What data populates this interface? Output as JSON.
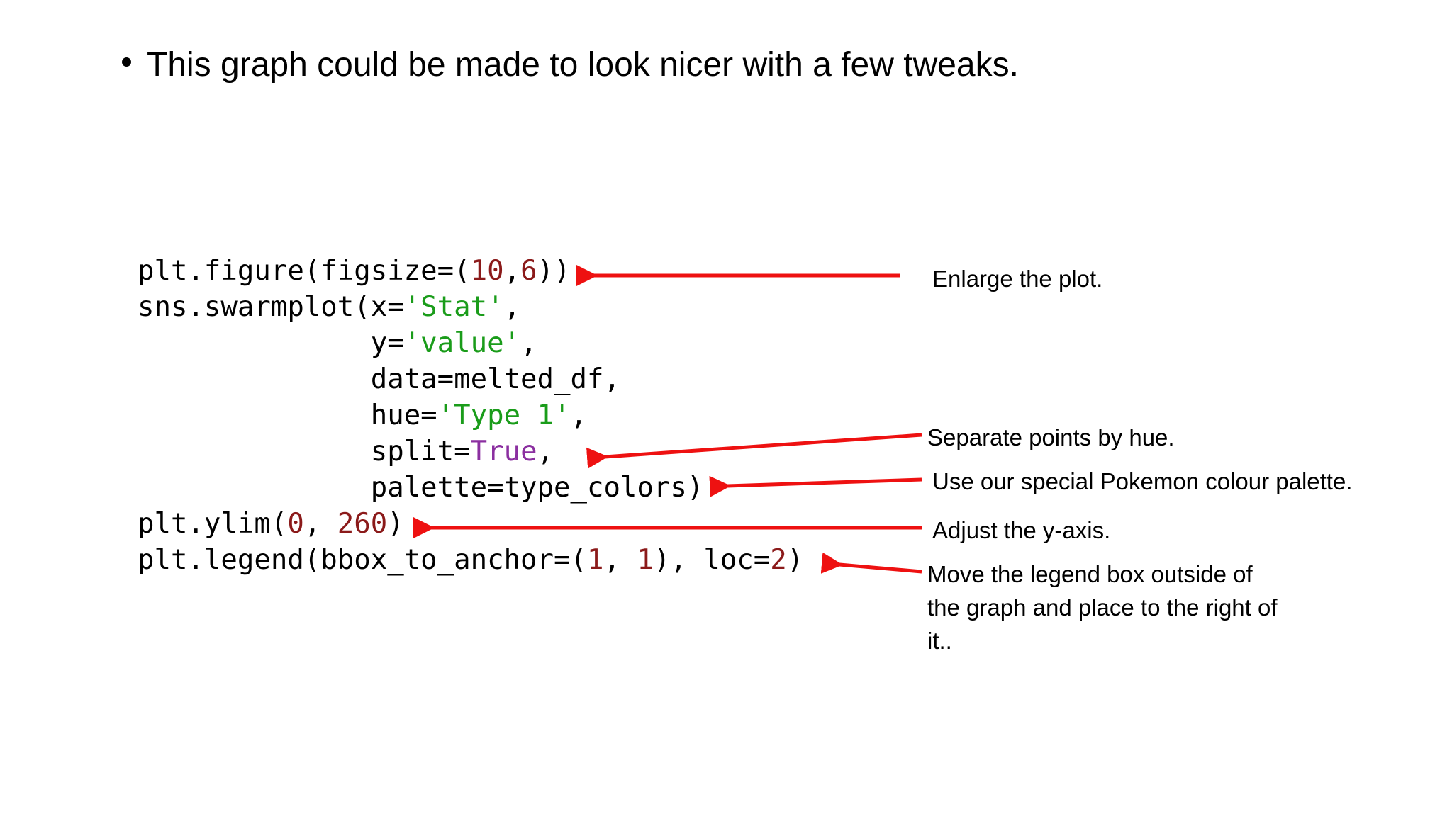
{
  "slide": {
    "bullet_text": "This graph could be made to look nicer with a few tweaks."
  },
  "code": {
    "line1": {
      "a": "plt.figure(figsize=(",
      "n1": "10",
      "b": ",",
      "n2": "6",
      "c": "))"
    },
    "line2": {
      "a": "sns.swarmplot(x=",
      "s": "'Stat'",
      "b": ","
    },
    "line3": {
      "indent": "              ",
      "a": "y=",
      "s": "'value'",
      "b": ","
    },
    "line4": {
      "indent": "              ",
      "a": "data=melted_df,"
    },
    "line5": {
      "indent": "              ",
      "a": "hue=",
      "s": "'Type 1'",
      "b": ","
    },
    "line6": {
      "indent": "              ",
      "a": "split=",
      "k": "True",
      "b": ","
    },
    "line7": {
      "indent": "              ",
      "a": "palette=type_colors)"
    },
    "line8": {
      "a": "plt.ylim(",
      "n1": "0",
      "b": ", ",
      "n2": "260",
      "c": ")"
    },
    "line9": {
      "a": "plt.legend(bbox_to_anchor=(",
      "n1": "1",
      "b": ", ",
      "n2": "1",
      "c": "), loc=",
      "n3": "2",
      "d": ")"
    }
  },
  "annotations": {
    "enlarge": "Enlarge the plot.",
    "separate": "Separate points by hue.",
    "palette": "Use our special Pokemon colour palette.",
    "yaxis": "Adjust the y-axis.",
    "legend_line1": "Move the legend box outside of",
    "legend_line2": "the graph and place to the right of",
    "legend_line3": "it.."
  },
  "colors": {
    "arrow": "#ee1111",
    "string": "#1a9c1a",
    "number": "#8b1a1a",
    "keyword": "#8b2fa0"
  }
}
